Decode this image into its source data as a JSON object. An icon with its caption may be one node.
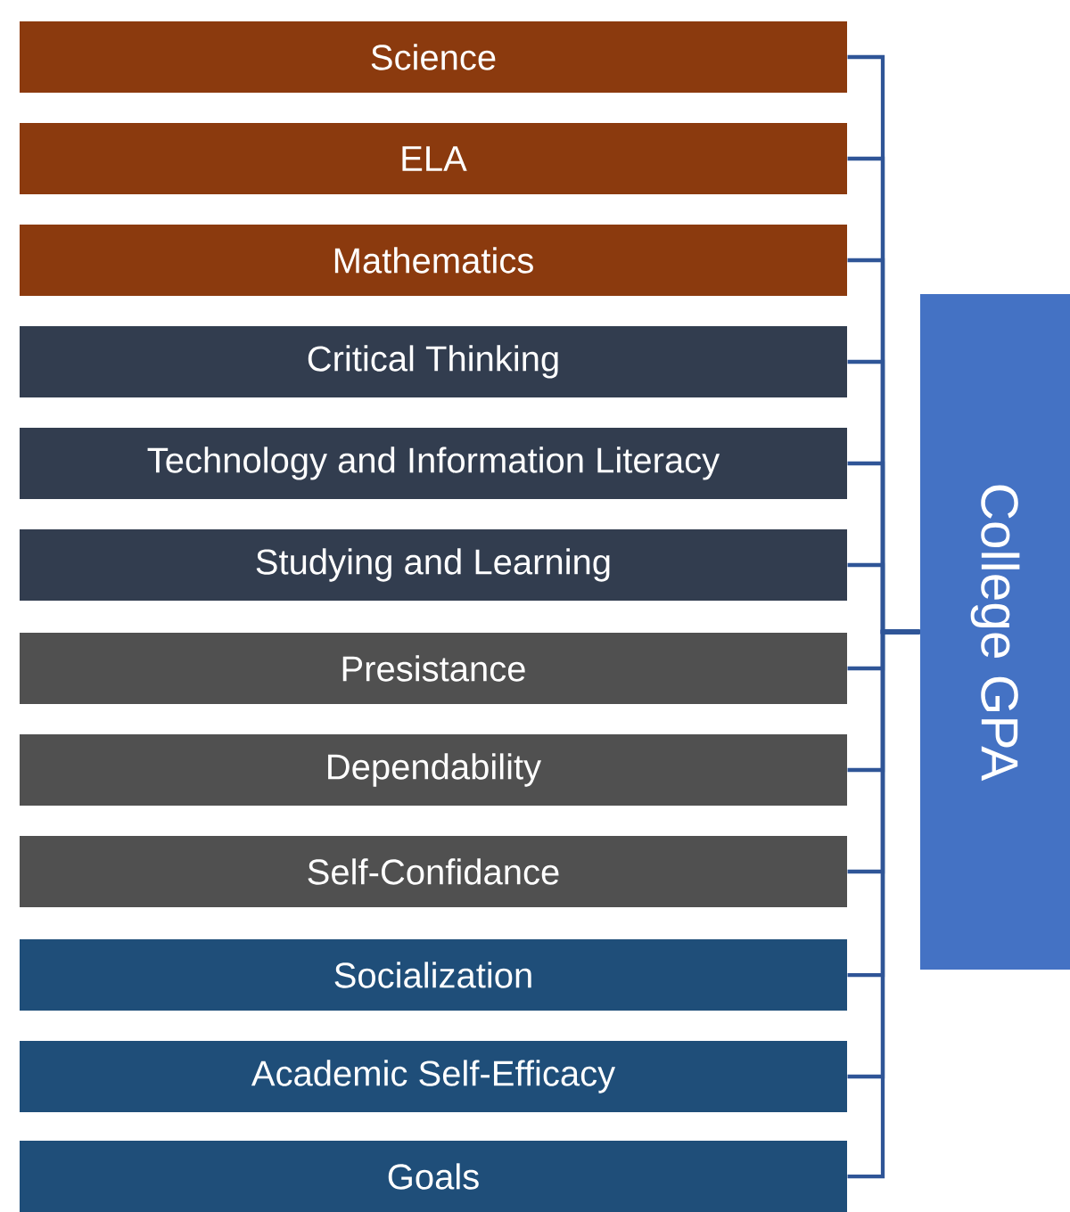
{
  "diagram": {
    "nodes": [
      {
        "text": [
          "Science"
        ]
      },
      {
        "text": [
          "ELA"
        ]
      },
      {
        "text": [
          "Mathematics"
        ]
      },
      {
        "text": [
          "Critical Thinking"
        ]
      },
      {
        "text": [
          "Technology and Information Literacy"
        ]
      },
      {
        "text": [
          "Studying and Learning"
        ]
      },
      {
        "text": [
          "Presistance"
        ]
      },
      {
        "text": [
          "Dependability"
        ]
      },
      {
        "text": [
          "Self-Confidance"
        ]
      },
      {
        "text": [
          "Socialization"
        ]
      },
      {
        "text": [
          "Academic Self-Efficacy"
        ]
      },
      {
        "text": [
          "Goals"
        ]
      },
      {
        "text": [
          "College GPA"
        ]
      }
    ],
    "edges": [
      {
        "from": 0,
        "to": 12,
        "arrow": "none"
      },
      {
        "from": 1,
        "to": 12,
        "arrow": "none"
      },
      {
        "from": 2,
        "to": 12,
        "arrow": "none"
      },
      {
        "from": 3,
        "to": 12,
        "arrow": "none"
      },
      {
        "from": 4,
        "to": 12,
        "arrow": "none"
      },
      {
        "from": 5,
        "to": 12,
        "arrow": "none"
      },
      {
        "from": 6,
        "to": 12,
        "arrow": "none"
      },
      {
        "from": 7,
        "to": 12,
        "arrow": "none"
      },
      {
        "from": 8,
        "to": 12,
        "arrow": "none"
      },
      {
        "from": 9,
        "to": 12,
        "arrow": "none"
      },
      {
        "from": 10,
        "to": 12,
        "arrow": "none"
      },
      {
        "from": 11,
        "to": 12,
        "arrow": "none"
      }
    ]
  }
}
